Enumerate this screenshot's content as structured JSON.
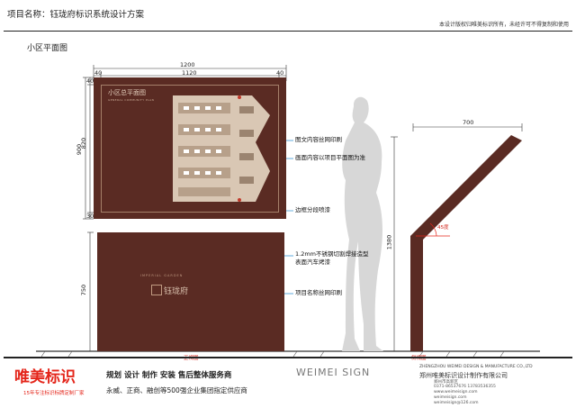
{
  "header": {
    "title": "项目名称：钰珑府标识系统设计方案",
    "copyright": "本设计版权归唯美标识所有，未经许可不得复制和使用"
  },
  "section_title": "小区平面图",
  "dims": {
    "total_width": "1200",
    "margin_left": "40",
    "inner_width": "1120",
    "margin_right": "40",
    "top_margin": "40",
    "height_total": "900",
    "inner_height": "820",
    "bottom_margin": "30",
    "lower_height": "750",
    "side_width": "700",
    "side_height": "1380",
    "angle": "45度"
  },
  "board": {
    "map_title": "小区总平面图",
    "map_subtitle": "GENERAL COMMUNITY PLAN",
    "sign_en": "IMPERIAL GARDEN",
    "sign_cn": "钰珑府"
  },
  "annotations": {
    "a1": "图文内容丝网印刷",
    "a2": "画面内容以项目平面图为准",
    "a3": "边框分段喷漆",
    "a4_line1": "1.2mm不锈钢切割焊接造型",
    "a4_line2": "表面汽车烤漆",
    "a5": "项目名称丝网印刷"
  },
  "labels": {
    "front_view": "正视图",
    "side_view": "侧视图"
  },
  "footer": {
    "brand": "唯美标识",
    "slogan": "15年专注标识标牌定制厂家",
    "line1": "规划 设计 制作 安装 售后整体服务商",
    "line2": "永威、正商、融创等500强企业集团指定供应商",
    "sign": "WEIMEI SIGN",
    "company_en": "ZHENGZHOU WEIMEI DESIGN & MANUFACTURE CO.,LTD",
    "company_cn": "郑州唯美标识设计制作有限公司",
    "address": "郑州市高新区",
    "phone": "0371-86537676  13783536355",
    "website": "www.weimeisign.com",
    "site2": "weimeisign.com",
    "email": "weimeisign@126.com"
  },
  "colors": {
    "board": "#5a2b23",
    "accent_red": "#e4251a",
    "leader_blue": "#2b8fd0"
  }
}
